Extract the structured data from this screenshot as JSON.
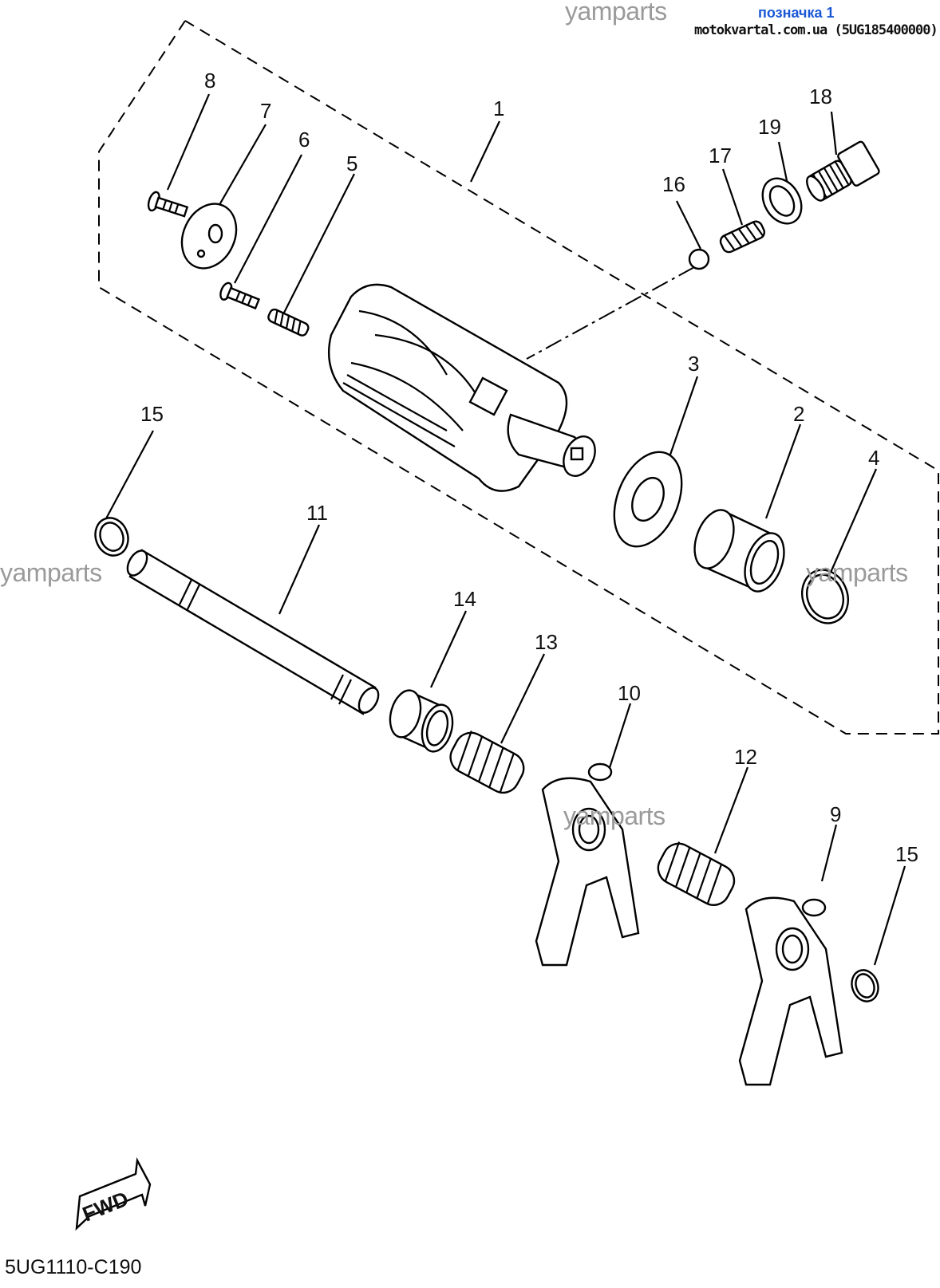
{
  "header": {
    "link_text": "позначка 1",
    "site_text": "motokvartal.com.ua (5UG185400000)"
  },
  "watermarks": [
    "yamparts",
    "yamparts",
    "yamparts",
    "yamparts"
  ],
  "diagram_code": "5UG1110-C190",
  "fwd_label": "FWD",
  "callouts": [
    "1",
    "2",
    "3",
    "4",
    "5",
    "6",
    "7",
    "8",
    "9",
    "10",
    "11",
    "12",
    "13",
    "14",
    "15",
    "15",
    "16",
    "17",
    "18",
    "19"
  ]
}
